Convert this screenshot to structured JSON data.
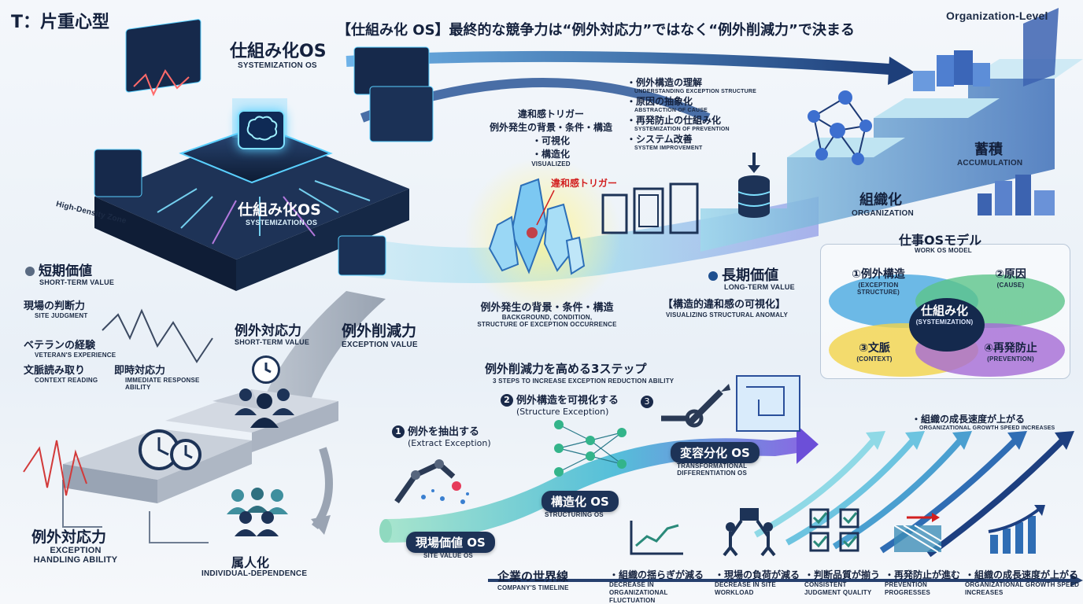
{
  "header": {
    "corner_label": "T：片重心型",
    "headline": "【仕組み化 OS】最終的な競争力は“例外対応力”ではなく“例外削減力”で決まる",
    "right_label": "Organization-Level"
  },
  "chip": {
    "top_jp": "仕組み化OS",
    "top_en": "SYSTEMIZATION OS",
    "mid_jp": "仕組み化OS",
    "mid_en": "SYSTEMIZATION OS",
    "zone": "High-Density Zone"
  },
  "short_term": {
    "title_jp": "短期価値",
    "title_en": "SHORT-TERM VALUE",
    "items": [
      {
        "jp": "現場の判断力",
        "en": "SITE JUDGMENT"
      },
      {
        "jp": "ベテランの経験",
        "en": "VETERAN'S EXPERIENCE"
      },
      {
        "jp": "文脈読み取り",
        "en": "CONTEXT READING"
      },
      {
        "jp": "即時対応力",
        "en": "IMMEDIATE RESPONSE ABILITY"
      }
    ]
  },
  "middle_labels": {
    "reactive_jp": "例外対応力",
    "reactive_en": "SHORT-TERM VALUE",
    "reduction_jp": "例外削減力",
    "reduction_en": "EXCEPTION VALUE",
    "exception_handling_jp": "例外対応力",
    "exception_handling_en": "EXCEPTION HANDLING ABILITY",
    "dependence_jp": "属人化",
    "dependence_en": "INDIVIDUAL-DEPENDENCE"
  },
  "trigger": {
    "title": "違和感トリガー",
    "line1": "例外発生の背景・条件・構造",
    "bullet1": "可視化",
    "bullet2": "構造化",
    "en": "VISUALIZED",
    "red_label": "違和感トリガー",
    "crystal_jp": "例外発生の背景・条件・構造",
    "crystal_en1": "BACKGROUND, CONDITION,",
    "crystal_en2": "STRUCTURE OF EXCEPTION OCCURRENCE"
  },
  "understanding": [
    {
      "jp": "例外構造の理解",
      "en": "UNDERSTANDING EXCEPTION STRUCTURE"
    },
    {
      "jp": "原因の抽象化",
      "en": "ABSTRACTION OF CAUSE"
    },
    {
      "jp": "再発防止の仕組み化",
      "en": "SYSTEMIZATION OF PREVENTION"
    },
    {
      "jp": "システム改善",
      "en": "SYSTEM IMPROVEMENT"
    }
  ],
  "long_term": {
    "title_jp": "長期価値",
    "title_en": "LONG-TERM VALUE",
    "sub_jp": "【構造的違和感の可視化】",
    "sub_en": "VISUALIZING STRUCTURAL ANOMALY"
  },
  "stairs": {
    "org_jp": "組織化",
    "org_en": "ORGANIZATION",
    "acc_jp": "蓄積",
    "acc_en": "ACCUMULATION"
  },
  "work_model": {
    "title_jp": "仕事OSモデル",
    "title_en": "WORK OS MODEL",
    "p1_jp": "①例外構造",
    "p1_en": "(EXCEPTION STRUCTURE)",
    "p2_jp": "②原因",
    "p2_en": "(CAUSE)",
    "p3_jp": "③文脈",
    "p3_en": "(CONTEXT)",
    "p4_jp": "④再発防止",
    "p4_en": "(PREVENTION)",
    "center_jp": "仕組み化",
    "center_en": "(SYSTEMIZATION)",
    "colors": {
      "p1": "#4aa9e0",
      "p2": "#5cc48a",
      "p3": "#f2d34a",
      "p4": "#a56ad6"
    }
  },
  "steps": {
    "title_jp": "例外削減力を高める3ステップ",
    "title_en": "3 STEPS TO INCREASE EXCEPTION REDUCTION ABILITY",
    "s1_num": "1",
    "s1_jp": "例外を抽出する",
    "s1_en": "(Extract Exception)",
    "s2_num": "2",
    "s2_jp": "例外構造を可視化する",
    "s2_en": "(Structure Exception)",
    "s3_num": "3"
  },
  "os_levels": {
    "site_jp": "現場価値 OS",
    "site_en": "SITE VALUE OS",
    "struct_jp": "構造化 OS",
    "struct_en": "STRUCTURING OS",
    "trans_jp": "変容分化 OS",
    "trans_en1": "TRANSFORMATIONAL",
    "trans_en2": "DIFFERENTIATION OS"
  },
  "growth": {
    "jp": "組織の成長速度が上がる",
    "en": "ORGANIZATIONAL GROWTH SPEED INCREASES"
  },
  "timeline": {
    "title_jp": "企業の世界線",
    "title_en": "COMPANY'S TIMELINE",
    "items": [
      {
        "jp": "組織の揺らぎが減る",
        "en": "DECREASE IN ORGANIZATIONAL FLUCTUATION"
      },
      {
        "jp": "現場の負荷が減る",
        "en": "DECREASE IN SITE WORKLOAD"
      },
      {
        "jp": "判断品質が揃う",
        "en": "CONSISTENT JUDGMENT QUALITY"
      },
      {
        "jp": "再発防止が進む",
        "en": "PREVENTION PROGRESSES"
      },
      {
        "jp": "組織の成長速度が上がる",
        "en": "ORGANIZATIONAL GROWTH SPEED INCREASES"
      }
    ]
  },
  "icons": [
    "brain-chip-icon",
    "clock-icon",
    "team-icon",
    "crystal-icon",
    "database-icon",
    "network-icon",
    "gear-icon",
    "wrench-icon",
    "robot-arm-icon",
    "neural-net-icon",
    "blueprint-icon",
    "chart-icon",
    "checklist-icon",
    "growth-arrow-icon"
  ]
}
